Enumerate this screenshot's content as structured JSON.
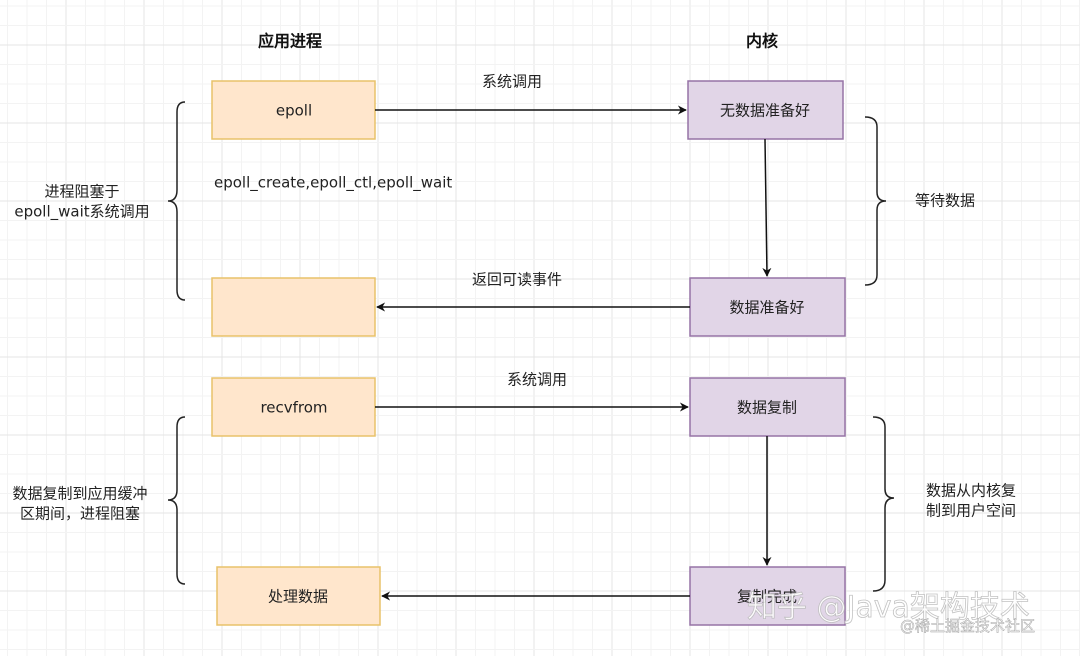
{
  "headers": {
    "app": "应用进程",
    "kernel": "内核"
  },
  "colors": {
    "app_fill": "#ffe6cc",
    "app_stroke": "#e8c26a",
    "kernel_fill": "#e1d5e7",
    "kernel_stroke": "#9673a6",
    "grid_major": "#e4e4e4",
    "grid_minor": "#f3f3f3",
    "line": "#111111"
  },
  "app_nodes": [
    {
      "id": "epoll",
      "label": "epoll"
    },
    {
      "id": "app-empty",
      "label": ""
    },
    {
      "id": "recvfrom",
      "label": "recvfrom"
    },
    {
      "id": "process-data",
      "label": "处理数据"
    }
  ],
  "kernel_nodes": [
    {
      "id": "no-data-ready",
      "label": "无数据准备好"
    },
    {
      "id": "data-ready",
      "label": "数据准备好"
    },
    {
      "id": "data-copy",
      "label": "数据复制"
    },
    {
      "id": "copy-done",
      "label": "复制完成"
    }
  ],
  "edges": [
    {
      "from": "epoll",
      "to": "no-data-ready",
      "label": "系统调用"
    },
    {
      "from": "no-data-ready",
      "to": "data-ready",
      "label": ""
    },
    {
      "from": "data-ready",
      "to": "app-empty",
      "label": "返回可读事件"
    },
    {
      "from": "recvfrom",
      "to": "data-copy",
      "label": "系统调用"
    },
    {
      "from": "data-copy",
      "to": "copy-done",
      "label": ""
    },
    {
      "from": "copy-done",
      "to": "process-data",
      "label": ""
    }
  ],
  "annotations": {
    "epoll_funcs": "epoll_create,epoll_ctl,epoll_wait",
    "left_brace_1": [
      "进程阻塞于",
      "epoll_wait系统调用"
    ],
    "right_brace_1": [
      "等待数据"
    ],
    "left_brace_2": [
      "数据复制到应用缓冲",
      "区期间，进程阻塞"
    ],
    "right_brace_2": [
      "数据从内核复",
      "制到用户空间"
    ]
  },
  "watermark": {
    "main": "知乎 @Java架构技术",
    "sub": "@稀土掘金技术社区"
  }
}
